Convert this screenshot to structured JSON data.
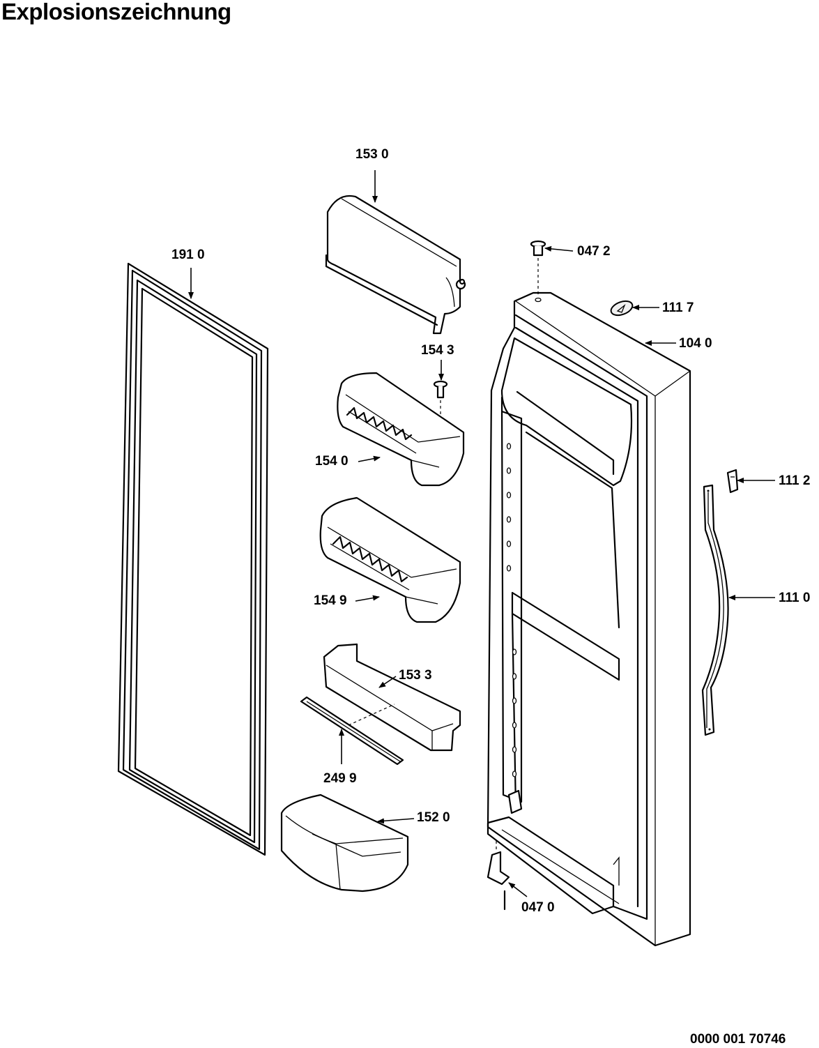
{
  "title": "Explosionszeichnung",
  "document_number": "0000 001 70746",
  "parts": {
    "p1530": "153 0",
    "p1910": "191 0",
    "p0472": "047 2",
    "p1117": "111 7",
    "p1040": "104 0",
    "p1543": "154 3",
    "p1540": "154 0",
    "p1112": "111 2",
    "p1549": "154 9",
    "p1110": "111 0",
    "p1533": "153 3",
    "p2499": "249 9",
    "p1520": "152 0",
    "p0470": "047 0"
  }
}
